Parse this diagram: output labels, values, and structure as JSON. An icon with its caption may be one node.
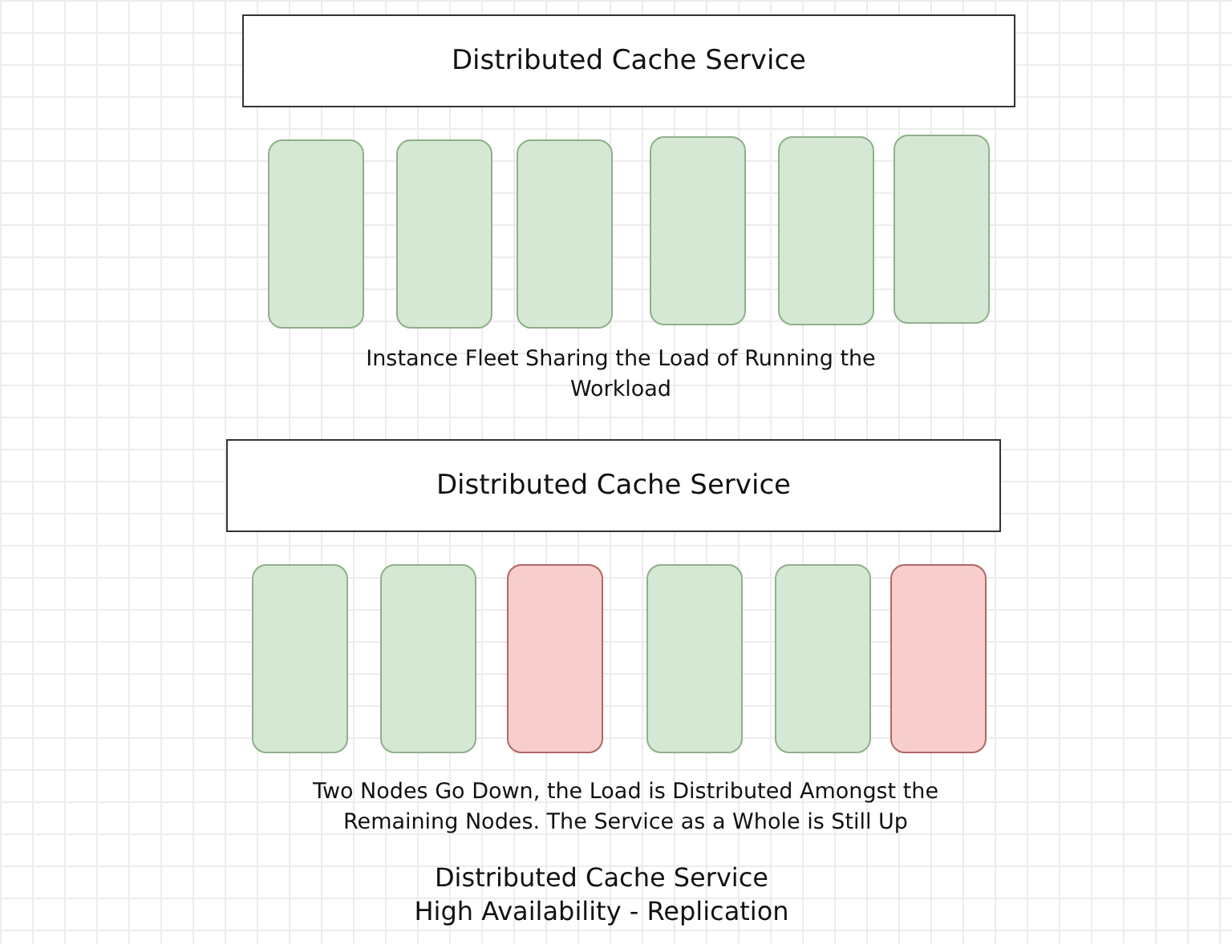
{
  "diagram": {
    "nodes": [
      {
        "text": [
          "Distributed Cache Service"
        ]
      },
      {
        "text": [],
        "shape": "box"
      },
      {
        "text": [],
        "shape": "box"
      },
      {
        "text": [],
        "shape": "box"
      },
      {
        "text": [],
        "shape": "box"
      },
      {
        "text": [],
        "shape": "box"
      },
      {
        "text": [],
        "shape": "box"
      },
      {
        "text": [
          "Distributed Cache Service"
        ]
      },
      {
        "text": [],
        "shape": "box"
      },
      {
        "text": [],
        "shape": "box"
      },
      {
        "text": [],
        "shape": "box"
      },
      {
        "text": [],
        "shape": "box"
      },
      {
        "text": [],
        "shape": "box"
      },
      {
        "text": [],
        "shape": "box"
      }
    ],
    "labels": [
      "Instance Fleet Sharing the Load of Running the Workload",
      "Two Nodes Go Down, the Load is Distributed Amongst the Remaining Nodes. The Service as a Whole is Still Up",
      "Distributed Cache Service",
      "High Availability - Replication"
    ]
  }
}
